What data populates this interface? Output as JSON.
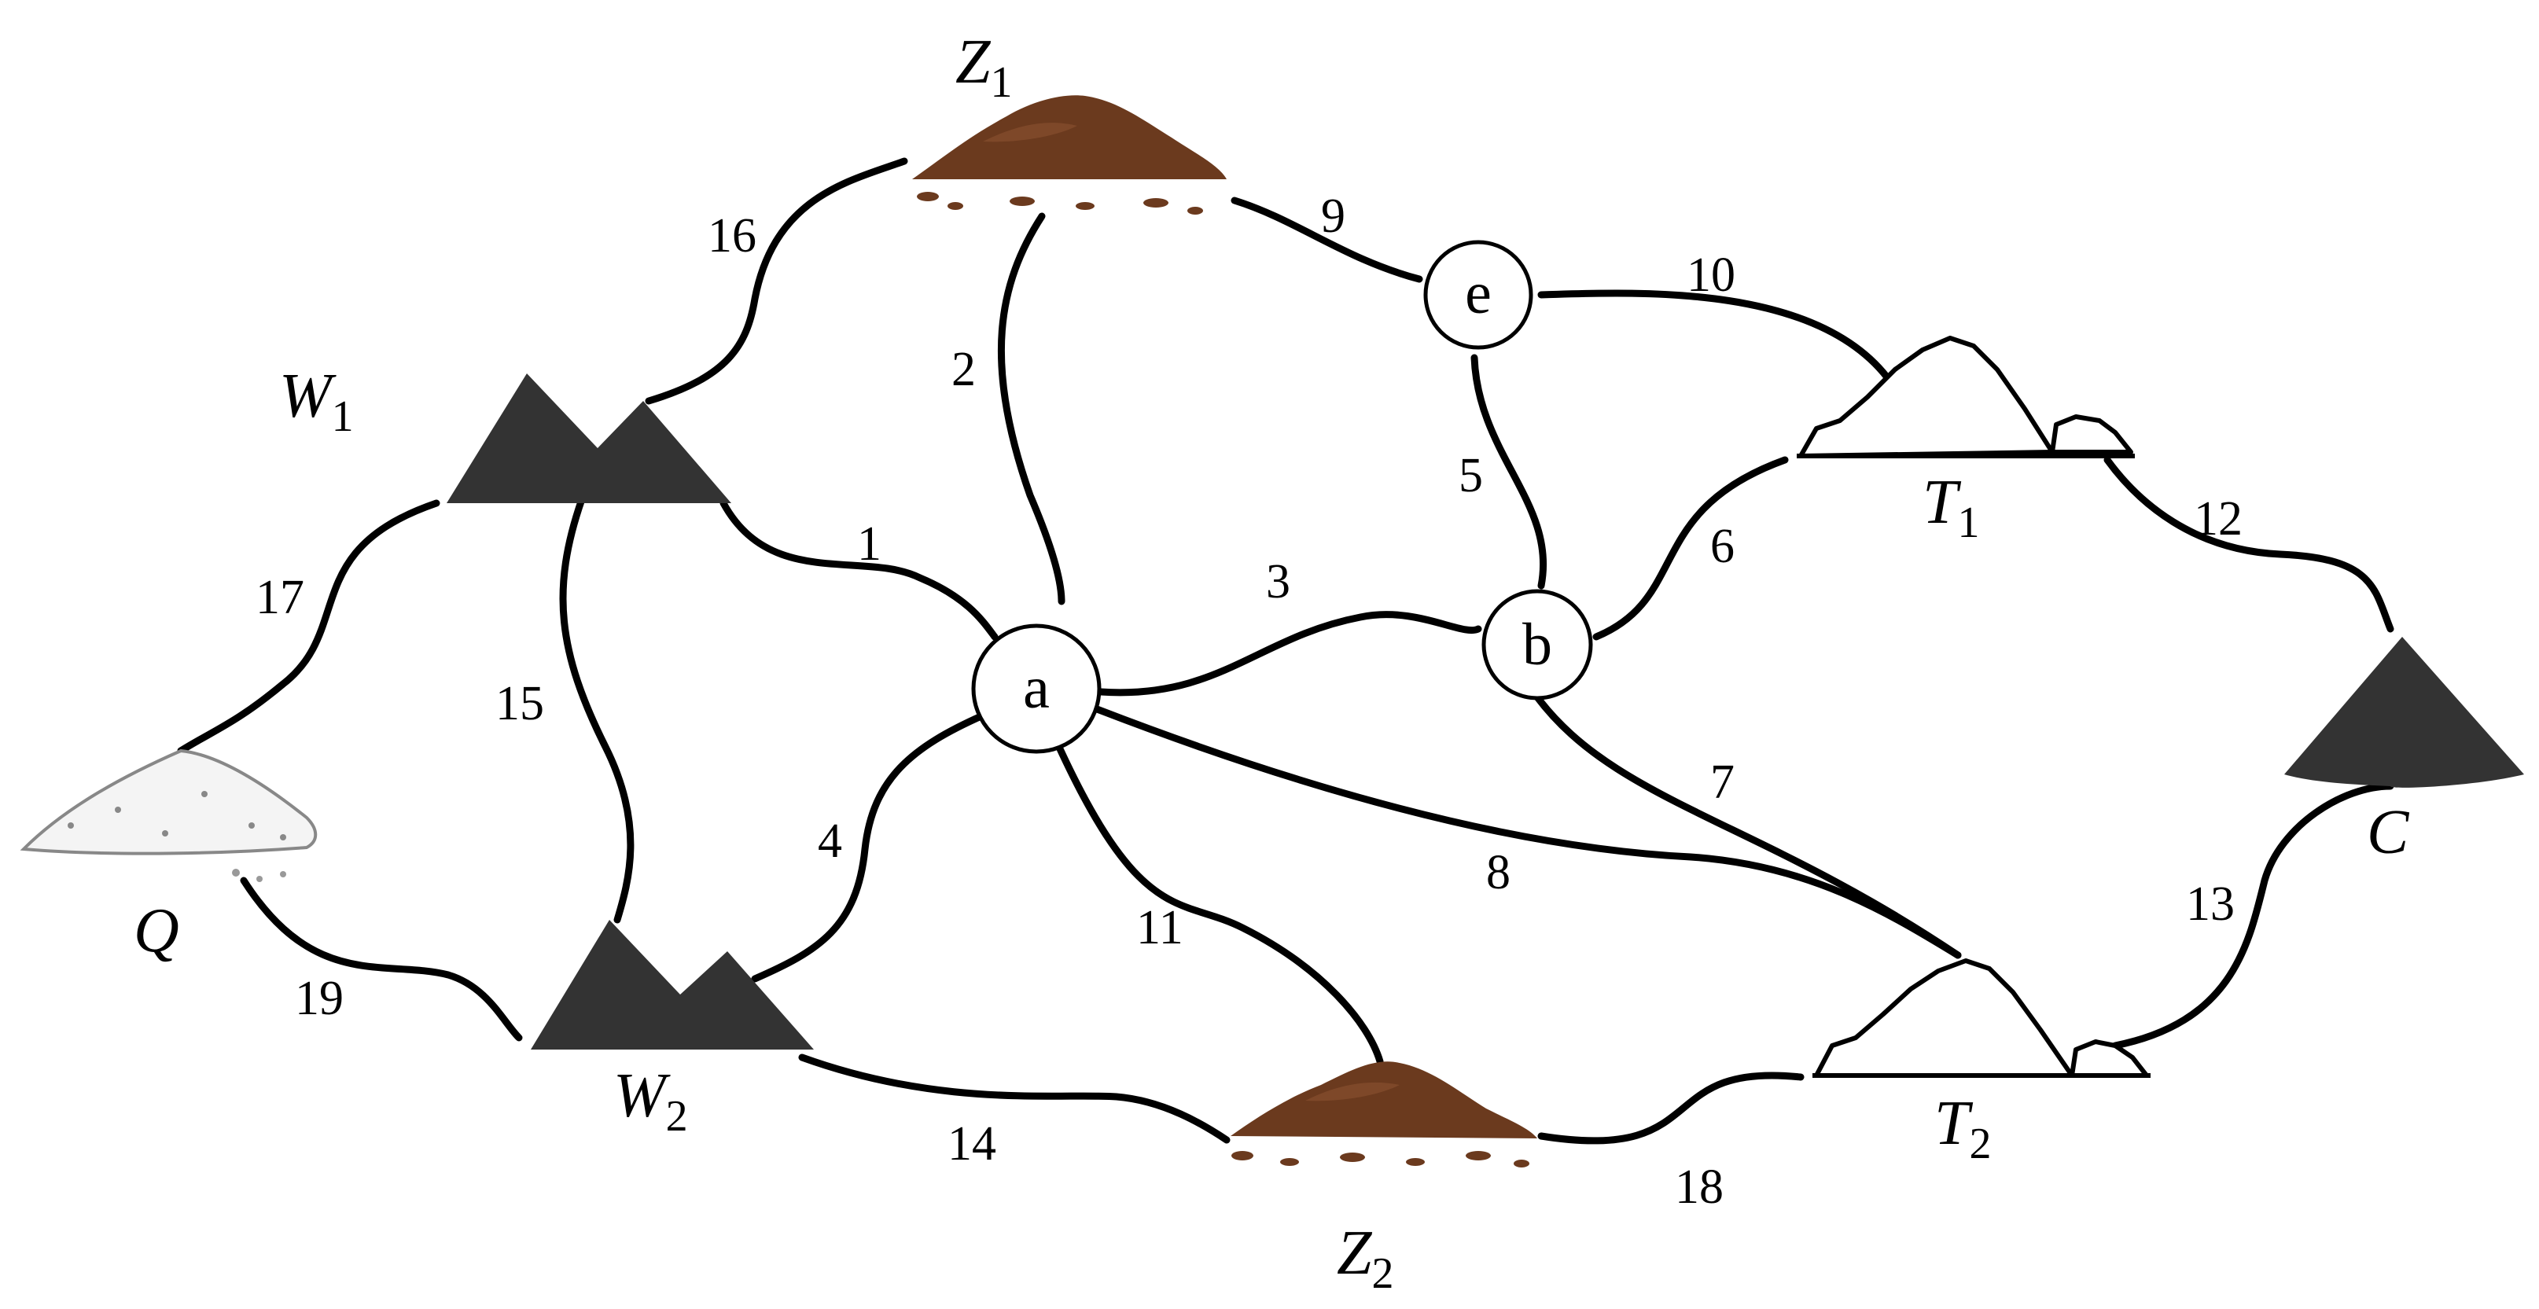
{
  "diagram": {
    "junctions": [
      {
        "id": "a",
        "label": "a"
      },
      {
        "id": "b",
        "label": "b"
      },
      {
        "id": "e",
        "label": "e"
      }
    ],
    "sites": [
      {
        "id": "Z1",
        "kind": "soil-pile",
        "symbol": "Z",
        "subscript": "1",
        "color": "#6b3a1e"
      },
      {
        "id": "Z2",
        "kind": "soil-pile",
        "symbol": "Z",
        "subscript": "2",
        "color": "#6b3a1e"
      },
      {
        "id": "W1",
        "kind": "dark-mountains",
        "symbol": "W",
        "subscript": "1",
        "color": "#333333"
      },
      {
        "id": "W2",
        "kind": "dark-mountains",
        "symbol": "W",
        "subscript": "2",
        "color": "#333333"
      },
      {
        "id": "T1",
        "kind": "outline-mound",
        "symbol": "T",
        "subscript": "1",
        "color": "#ffffff"
      },
      {
        "id": "T2",
        "kind": "outline-mound",
        "symbol": "T",
        "subscript": "2",
        "color": "#ffffff"
      },
      {
        "id": "C",
        "kind": "dark-cone",
        "symbol": "C",
        "subscript": "",
        "color": "#333333"
      },
      {
        "id": "Q",
        "kind": "sand-pile",
        "symbol": "Q",
        "subscript": "",
        "color": "#f2f2f2"
      }
    ],
    "edges": [
      {
        "label": "1",
        "from": "W1",
        "to": "a"
      },
      {
        "label": "2",
        "from": "Z1",
        "to": "a"
      },
      {
        "label": "3",
        "from": "a",
        "to": "b"
      },
      {
        "label": "4",
        "from": "a",
        "to": "W2"
      },
      {
        "label": "5",
        "from": "e",
        "to": "b"
      },
      {
        "label": "6",
        "from": "b",
        "to": "T1"
      },
      {
        "label": "7",
        "from": "b",
        "to": "T2"
      },
      {
        "label": "8",
        "from": "a",
        "to": "T2"
      },
      {
        "label": "9",
        "from": "Z1",
        "to": "e"
      },
      {
        "label": "10",
        "from": "e",
        "to": "T1"
      },
      {
        "label": "11",
        "from": "a",
        "to": "Z2"
      },
      {
        "label": "12",
        "from": "T1",
        "to": "C"
      },
      {
        "label": "13",
        "from": "C",
        "to": "T2"
      },
      {
        "label": "14",
        "from": "W2",
        "to": "Z2"
      },
      {
        "label": "15",
        "from": "W1",
        "to": "W2"
      },
      {
        "label": "16",
        "from": "W1",
        "to": "Z1"
      },
      {
        "label": "17",
        "from": "W1",
        "to": "Q"
      },
      {
        "label": "18",
        "from": "Z2",
        "to": "T2"
      },
      {
        "label": "19",
        "from": "Q",
        "to": "W2"
      }
    ]
  }
}
